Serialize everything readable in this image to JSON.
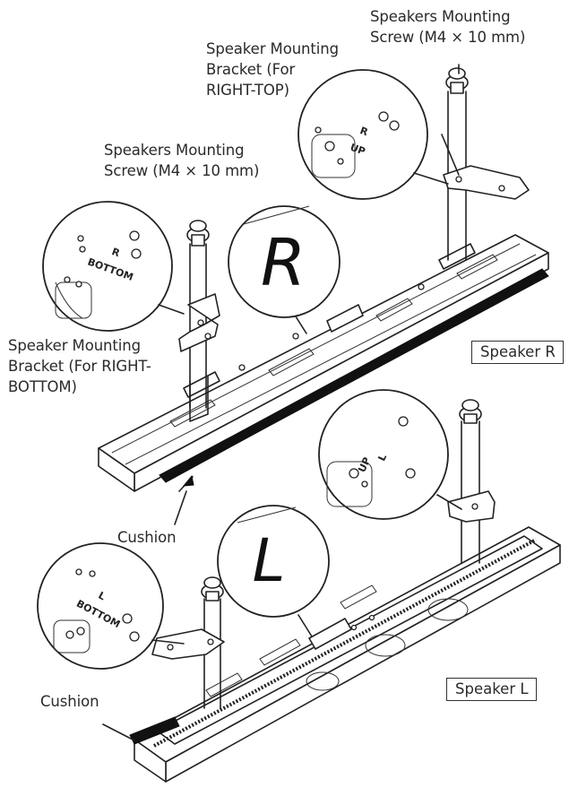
{
  "labels": {
    "screw_top": [
      "Speakers Mounting",
      "Screw (M4 × 10 mm)"
    ],
    "bracket_top": [
      "Speaker Mounting",
      "Bracket (For",
      "RIGHT-TOP)"
    ],
    "screw_mid": [
      "Speakers Mounting",
      "Screw (M4 × 10 mm)"
    ],
    "bracket_bottom": [
      "Speaker Mounting",
      "Bracket (For RIGHT-",
      "BOTTOM)"
    ],
    "speaker_r": "Speaker R",
    "speaker_l": "Speaker L",
    "cushion_1": "Cushion",
    "cushion_2": "Cushion"
  },
  "callouts": {
    "r_big": "R",
    "l_big": "L",
    "right_bottom_circle": [
      "R",
      "BOTTOM"
    ],
    "right_top_circle": [
      "R",
      "UP"
    ],
    "left_bottom_circle": [
      "L",
      "BOTTOM"
    ],
    "left_top_circle": [
      "L",
      "UP"
    ]
  }
}
